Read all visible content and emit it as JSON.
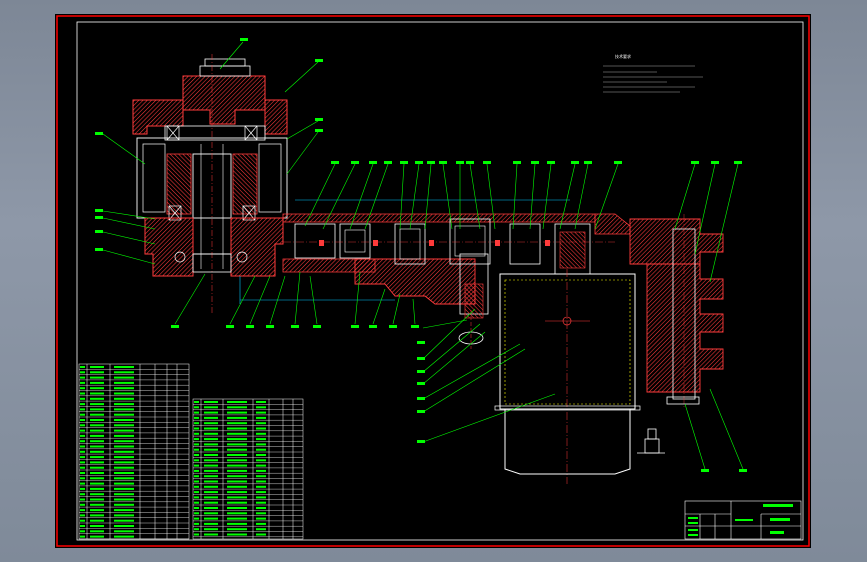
{
  "drawing": {
    "background": "#000000",
    "border_color": "#ff0000",
    "section_color": "#ff3b3b",
    "leader_color": "#00ff00",
    "outline_color": "#ffffff",
    "yellow": "#ffff00",
    "cyan": "#00c8ff"
  },
  "notes": {
    "lines": [
      "1.",
      "2.",
      "3.",
      "4.",
      "5."
    ]
  },
  "title_block": {
    "cells": [
      "",
      "",
      "",
      ""
    ]
  }
}
